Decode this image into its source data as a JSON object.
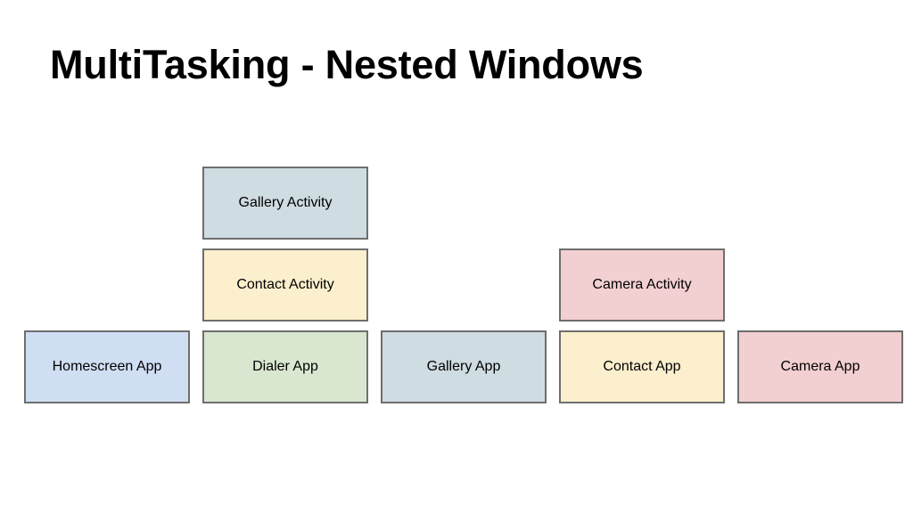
{
  "slide": {
    "title": "MultiTasking - Nested Windows",
    "background_color": "#ffffff",
    "text_color": "#000000",
    "border_color": "#6e6e6e"
  },
  "diagram": {
    "type": "stacked-box-columns",
    "columns": [
      {
        "name": "homescreen",
        "boxes": [
          {
            "label": "Homescreen App",
            "fill": "#cfdef3",
            "level": 0
          }
        ]
      },
      {
        "name": "dialer",
        "boxes": [
          {
            "label": "Dialer App",
            "fill": "#d9e7d0",
            "level": 0
          },
          {
            "label": "Contact Activity",
            "fill": "#fcefcd",
            "level": 1
          },
          {
            "label": "Gallery Activity",
            "fill": "#cfdce1",
            "level": 2
          }
        ]
      },
      {
        "name": "gallery",
        "boxes": [
          {
            "label": "Gallery App",
            "fill": "#cfdce1",
            "level": 0
          }
        ]
      },
      {
        "name": "contact",
        "boxes": [
          {
            "label": "Contact App",
            "fill": "#fcefcd",
            "level": 0
          },
          {
            "label": "Camera Activity",
            "fill": "#f2cfd1",
            "level": 1
          }
        ]
      },
      {
        "name": "camera",
        "boxes": [
          {
            "label": "Camera App",
            "fill": "#f2cfd1",
            "level": 0
          }
        ]
      }
    ]
  }
}
